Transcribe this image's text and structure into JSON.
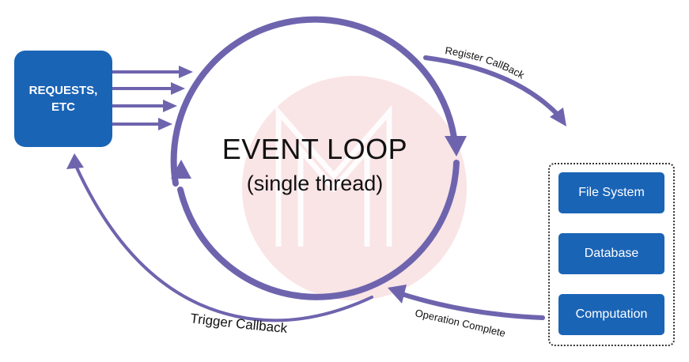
{
  "event_loop": {
    "title": "EVENT LOOP",
    "subtitle": "(single thread)"
  },
  "requests_box": {
    "label": "REQUESTS, ETC"
  },
  "workers": [
    {
      "label": "File System"
    },
    {
      "label": "Database"
    },
    {
      "label": "Computation"
    }
  ],
  "edge_labels": {
    "register": "Register CallBack",
    "operation_complete": "Operation Complete",
    "trigger": "Trigger Callback"
  },
  "colors": {
    "arrow": "#6e64ae",
    "box": "#1a64b6",
    "watermark": "#f9e4e6"
  }
}
